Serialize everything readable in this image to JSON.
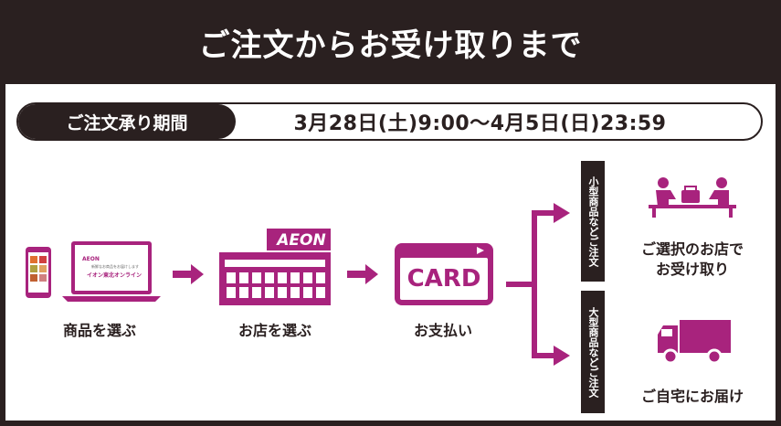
{
  "header": {
    "title": "ご注文からお受け取りまで"
  },
  "period": {
    "label": "ご注文承り期間",
    "value": "3月28日(土)9:00〜4月5日(日)23:59"
  },
  "steps": [
    {
      "caption": "商品を選ぶ",
      "icon": "phone-laptop-icon",
      "screen_brand": "AEON",
      "screen_text": "イオン東北オンライン",
      "screen_small": "新鮮なお商品をお届けします"
    },
    {
      "caption": "お店を選ぶ",
      "icon": "store-icon",
      "sign": "AEON"
    },
    {
      "caption": "お支払い",
      "icon": "card-icon",
      "card_text": "CARD"
    }
  ],
  "options": [
    {
      "tag": "小型商品などご注文",
      "caption_line1": "ご選択のお店で",
      "caption_line2": "お受け取り",
      "icon": "store-pickup-icon"
    },
    {
      "tag": "大型商品などご注文",
      "caption": "ご自宅にお届け",
      "icon": "delivery-truck-icon"
    }
  ],
  "colors": {
    "accent": "#a8237d",
    "dark": "#2a2020"
  }
}
